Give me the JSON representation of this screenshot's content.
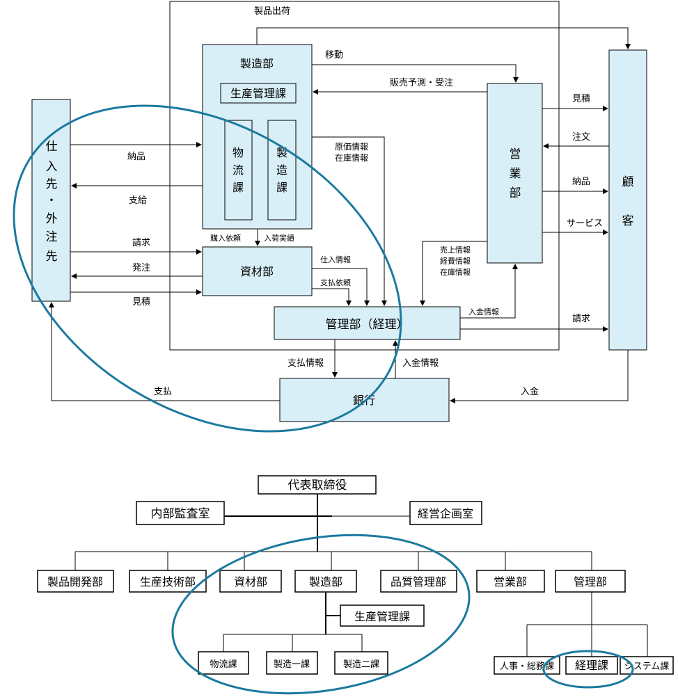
{
  "flow": {
    "shipping": "製品出荷",
    "mfg_dept": "製造部",
    "prod_mgmt": "生産管理課",
    "logistics": [
      "物",
      "流",
      "課"
    ],
    "manufacturing": [
      "製",
      "造",
      "課"
    ],
    "sales": [
      "営",
      "業",
      "部"
    ],
    "customer": [
      "顧",
      "客"
    ],
    "supplier": [
      "仕",
      "入",
      "先",
      "・",
      "外",
      "注",
      "先"
    ],
    "materials": "資材部",
    "admin": "管理部（経理）",
    "bank": "銀行",
    "labels": {
      "move": "移動",
      "forecast": "販売予測・受注",
      "cost_info": "原価情報",
      "stock_info": "在庫情報",
      "delivery_in": "納品",
      "supply": "支給",
      "invoice_in": "請求",
      "order_out": "発注",
      "estimate_in": "見積",
      "purchase_req": "購入依頼",
      "receipt_result": "入荷実績",
      "purchase_info": "仕入情報",
      "payment_req": "支払依頼",
      "sales_info": "売上情報",
      "expense_info": "経費情報",
      "stock_info2": "在庫情報",
      "deposit_info_top": "入金情報",
      "estimate_out": "見積",
      "order_in": "注文",
      "delivery_out": "納品",
      "service": "サービス",
      "invoice_out": "請求",
      "payment_info": "支払情報",
      "deposit_info": "入金情報",
      "payment": "支払",
      "deposit": "入金"
    }
  },
  "org": {
    "ceo": "代表取締役",
    "audit": "内部監査室",
    "planning": "経営企画室",
    "depts": [
      "製品開発部",
      "生産技術部",
      "資材部",
      "製造部",
      "品質管理部",
      "営業部",
      "管理部"
    ],
    "prod_mgmt": "生産管理課",
    "mfg_sections": [
      "物流課",
      "製造一課",
      "製造二課"
    ],
    "admin_sections": [
      "人事・総務課",
      "経理課",
      "システム課"
    ]
  }
}
